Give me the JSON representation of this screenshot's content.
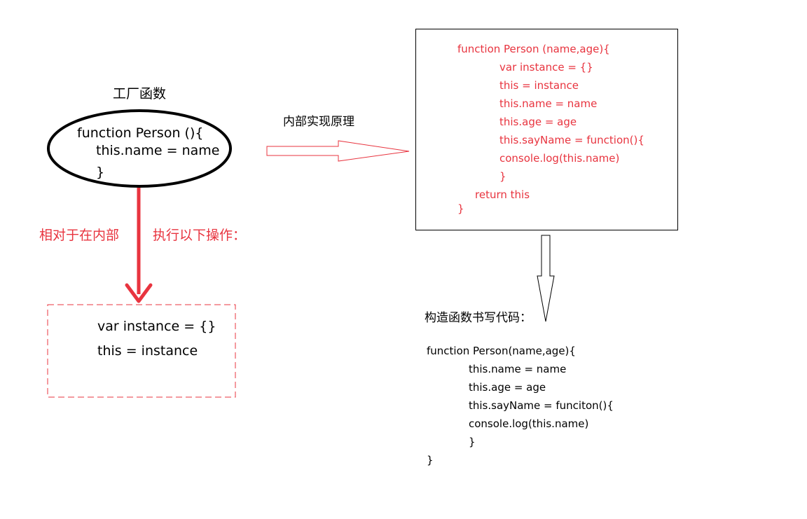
{
  "factory": {
    "title": "工厂函数",
    "ellipse_code": [
      "function Person (){",
      "this.name = name",
      "}"
    ]
  },
  "vertical_arrow": {
    "left_label": "相对于在内部",
    "right_label": "执行以下操作："
  },
  "inner_box": {
    "lines": [
      "var instance = {}",
      "this = instance"
    ]
  },
  "horizontal_arrow": {
    "label": "内部实现原理"
  },
  "principle_box": {
    "lines": [
      "function Person (name,age){",
      "var instance = {}",
      "this = instance",
      "this.name = name",
      "this.age = age",
      "this.sayName = function(){",
      "console.log(this.name)",
      "}",
      "return this",
      "}"
    ]
  },
  "constructor": {
    "title": "构造函数书写代码：",
    "lines": [
      "function Person(name,age){",
      "this.name = name",
      "this.age = age",
      "this.sayName = funciton(){",
      "console.log(this.name)",
      "}",
      "}"
    ]
  },
  "colors": {
    "accent_red": "#e8343f",
    "text_black": "#000000"
  }
}
